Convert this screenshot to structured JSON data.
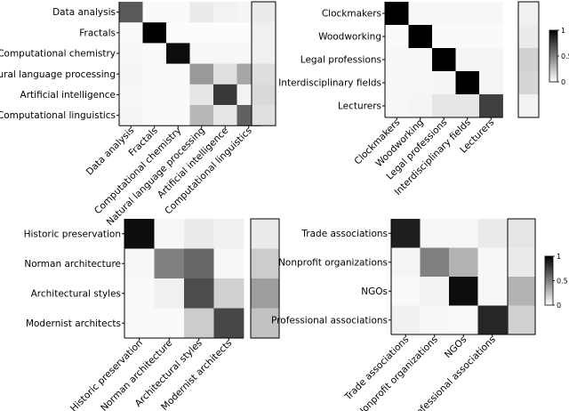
{
  "chart_data": [
    {
      "type": "heatmap",
      "rows": [
        "Data analysis",
        "Fractals",
        "Computational chemistry",
        "Natural language processing",
        "Artificial intelligence",
        "Computational linguistics"
      ],
      "cols": [
        "Data analysis",
        "Fractals",
        "Computational chemistry",
        "Natural language processing",
        "Artificial intelligence",
        "Computational linguistics"
      ],
      "matrix": [
        [
          0.65,
          0.02,
          0.02,
          0.08,
          0.05,
          0.04
        ],
        [
          0.02,
          1.0,
          0.01,
          0.01,
          0.01,
          0.01
        ],
        [
          0.03,
          0.02,
          0.95,
          0.03,
          0.03,
          0.03
        ],
        [
          0.04,
          0.02,
          0.02,
          0.4,
          0.12,
          0.35
        ],
        [
          0.03,
          0.02,
          0.02,
          0.1,
          0.78,
          0.05
        ],
        [
          0.04,
          0.02,
          0.02,
          0.28,
          0.1,
          0.62
        ]
      ],
      "side_column": [
        0.08,
        0.06,
        0.06,
        0.13,
        0.15,
        0.12
      ]
    },
    {
      "type": "heatmap",
      "rows": [
        "Clockmakers",
        "Woodworking",
        "Legal professions",
        "Interdisciplinary fields",
        "Lecturers"
      ],
      "cols": [
        "Clockmakers",
        "Woodworking",
        "Legal professions",
        "Interdisciplinary fields",
        "Lecturers"
      ],
      "matrix": [
        [
          1.0,
          0.03,
          0.03,
          0.03,
          0.03
        ],
        [
          0.02,
          1.0,
          0.02,
          0.02,
          0.02
        ],
        [
          0.03,
          0.03,
          1.0,
          0.04,
          0.04
        ],
        [
          0.03,
          0.03,
          0.04,
          1.0,
          0.04
        ],
        [
          0.03,
          0.04,
          0.1,
          0.1,
          0.75
        ]
      ],
      "side_column": [
        0.06,
        0.08,
        0.18,
        0.16,
        0.05
      ],
      "colorbar": {
        "ticks": [
          "1",
          "0.5",
          "0"
        ]
      }
    },
    {
      "type": "heatmap",
      "rows": [
        "Historic preservation",
        "Norman architecture",
        "Architectural styles",
        "Modernist architects"
      ],
      "cols": [
        "Historic preservation",
        "Norman architecture",
        "Architectural styles",
        "Modernist architects"
      ],
      "matrix": [
        [
          0.95,
          0.03,
          0.08,
          0.06
        ],
        [
          0.03,
          0.5,
          0.6,
          0.03
        ],
        [
          0.02,
          0.06,
          0.7,
          0.18
        ],
        [
          0.02,
          0.02,
          0.2,
          0.72
        ]
      ],
      "side_column": [
        0.08,
        0.2,
        0.38,
        0.24
      ]
    },
    {
      "type": "heatmap",
      "rows": [
        "Trade associations",
        "Nonprofit organizations",
        "NGOs",
        "Professional associations"
      ],
      "cols": [
        "Trade associations",
        "Nonprofit organizations",
        "NGOs",
        "Professional associations"
      ],
      "matrix": [
        [
          0.88,
          0.03,
          0.03,
          0.08
        ],
        [
          0.04,
          0.5,
          0.3,
          0.03
        ],
        [
          0.02,
          0.05,
          0.95,
          0.03
        ],
        [
          0.06,
          0.03,
          0.02,
          0.85
        ]
      ],
      "side_column": [
        0.1,
        0.08,
        0.3,
        0.18
      ],
      "colorbar": {
        "ticks": [
          "1",
          "0.5",
          "0"
        ]
      }
    }
  ]
}
